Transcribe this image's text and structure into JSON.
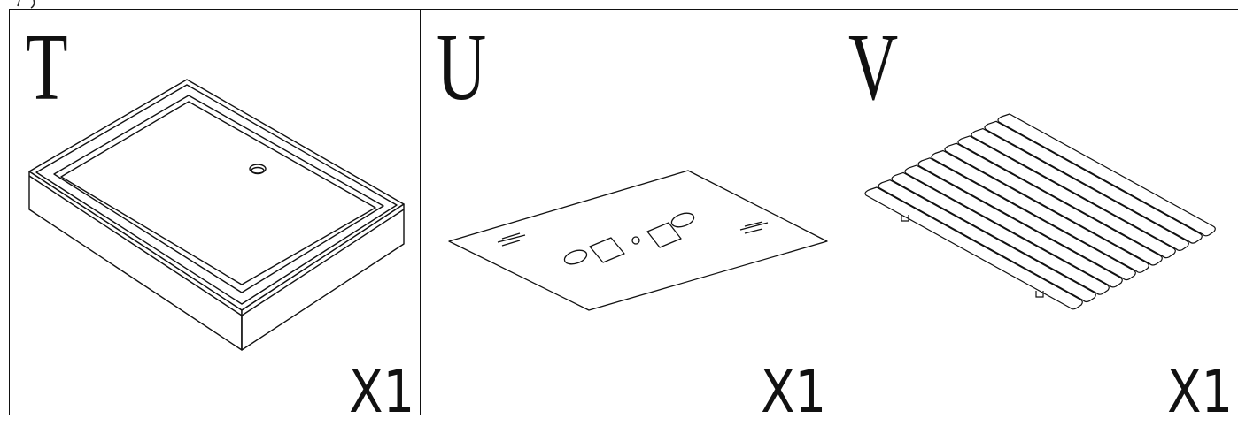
{
  "panels": [
    {
      "letter": "T",
      "quantity": "X1",
      "part": "shower-tray"
    },
    {
      "letter": "U",
      "quantity": "X1",
      "part": "template-sheet"
    },
    {
      "letter": "V",
      "quantity": "X1",
      "part": "slatted-mat"
    }
  ]
}
